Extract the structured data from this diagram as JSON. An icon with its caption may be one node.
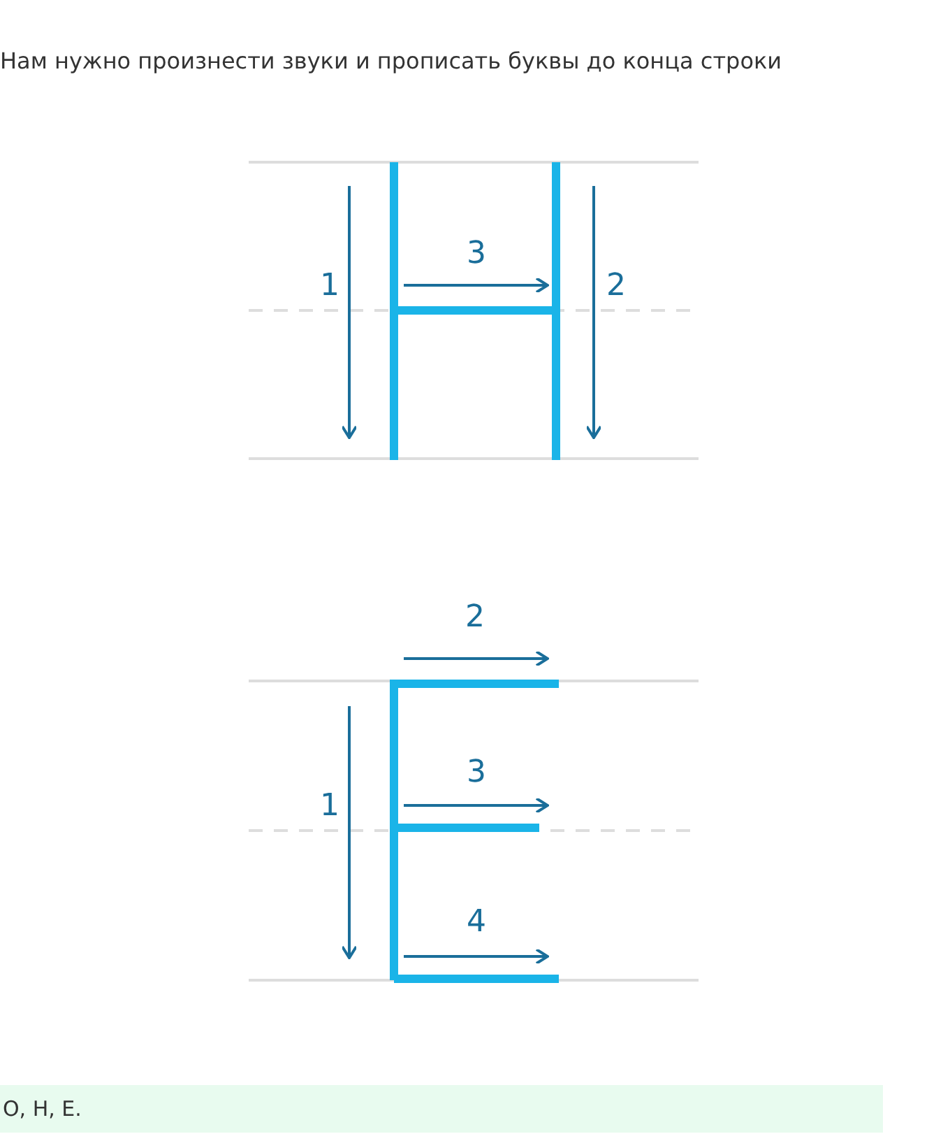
{
  "diagram": {
    "title": "Нам нужно произнести звуки и прописать буквы до конца строки",
    "nodes": [
      {
        "text": [
          "О, Н, Е."
        ]
      }
    ],
    "labels": [
      "3",
      "1",
      "2",
      "2",
      "3",
      "1",
      "4"
    ]
  }
}
